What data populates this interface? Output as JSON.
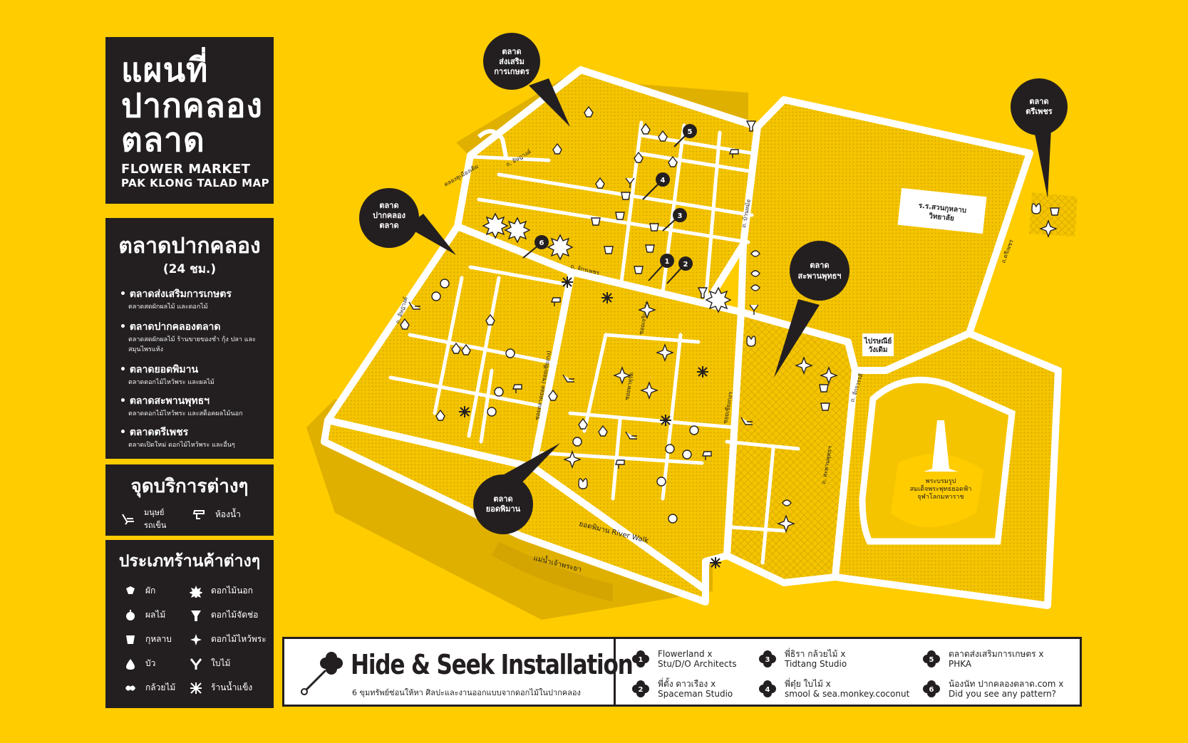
{
  "title": {
    "thai_line1": "แผนที่",
    "thai_line2": "ปากคลอง",
    "thai_line3": "ตลาด",
    "en_line1": "FLOWER MARKET",
    "en_line2": "PAK KLONG TALAD MAP"
  },
  "markets": {
    "heading": "ตลาดปากคลอง",
    "subheading": "(24 ชม.)",
    "items": [
      {
        "name": "ตลาดส่งเสริมการเกษตร",
        "desc": "ตลาดสดผักผลไม้ และดอกไม้"
      },
      {
        "name": "ตลาดปากคลองตลาด",
        "desc": "ตลาดสดผักผลไม้ ร้านขายของชำ กุ้ง ปลา และสมุนไพรแห้ง"
      },
      {
        "name": "ตลาดยอดพิมาน",
        "desc": "ตลาดดอกไม้ไหว้พระ และผลไม้"
      },
      {
        "name": "ตลาดสะพานพุทธฯ",
        "desc": "ตลาดดอกไม้ไหว้พระ และสด็อคผลไม้นอก"
      },
      {
        "name": "ตลาดตรีเพชร",
        "desc": "ตลาดเปิดใหม่ ดอกไม้ไหว้พระ และอื่นๆ"
      }
    ]
  },
  "services": {
    "heading": "จุดบริการต่างๆ",
    "items": [
      {
        "label": "มนุษย์ รถเข็น",
        "icon": "trolley-icon"
      },
      {
        "label": "ห้องน้ำ",
        "icon": "toilet-icon"
      }
    ]
  },
  "shop_types": {
    "heading": "ประเภทร้านค้าต่างๆ",
    "items": [
      {
        "label": "ผัก",
        "icon": "vegetable-icon"
      },
      {
        "label": "ดอกไม้นอก",
        "icon": "imported-flower-icon"
      },
      {
        "label": "ผลไม้",
        "icon": "fruit-icon"
      },
      {
        "label": "ดอกไม้จัดช่อ",
        "icon": "bouquet-icon"
      },
      {
        "label": "กุหลาบ",
        "icon": "rose-icon"
      },
      {
        "label": "ดอกไม้ไหว้พระ",
        "icon": "offering-flower-icon"
      },
      {
        "label": "บัว",
        "icon": "lotus-icon"
      },
      {
        "label": "ใบไม้",
        "icon": "leaf-icon"
      },
      {
        "label": "กล้วยไม้",
        "icon": "orchid-icon"
      },
      {
        "label": "ร้านน้ำแข็ง",
        "icon": "ice-shop-icon"
      }
    ]
  },
  "map": {
    "callouts": [
      {
        "label": "ตลาด ส่งเสริม การเกษตร"
      },
      {
        "label": "ตลาด ปากคลอง ตลาด"
      },
      {
        "label": "ตลาด สะพานพุทธฯ"
      },
      {
        "label": "ตลาด ตรีเพชร"
      },
      {
        "label": "ตลาด ยอดพิมาน"
      }
    ],
    "streets": {
      "chakkraphet": "ถ. จักรเพชร",
      "ban_mo": "ถ. บ้านหม้อ",
      "tri_phet": "ถ.ตรีเพชร",
      "atsadang": "ถ. อัษฎางค์",
      "khlong_lot": "คลองคูเมืองเดิม",
      "atsadang2": "ถ. อัษฎางค์",
      "chak_phet2": "ถ. จักรเพชร",
      "yodpiman": "ซอยตลาดยอด (ซอยเซียงกง)",
      "soi_2": "ซอยพาหุรัด",
      "soi_3": "ซอยเจริญกรุง",
      "soi_4": "ซอยเซียงกงฯ",
      "pak_khlong": "ถ. สะพานพุทธฯ",
      "chakkrawat": "ถ. จักรวรรดิ",
      "river_walk": "ยอดพิมาน River Walk",
      "river": "แม่น้ำเจ้าพระยา"
    },
    "places": {
      "school": "ร.ร.สวนกุหลาบ วิทยาลัย",
      "post": "ไปรษณีย์ วังเดิม",
      "monument": "พระบรมรูป สมเด็จพระพุทธยอดฟ้า จุฬาโลกมหาราช"
    }
  },
  "hide_seek": {
    "title": "Hide & Seek Installation",
    "subtitle": "6 ขุมทรัพย์ซ่อนให้หา ศิลปะและงานออกแบบจากดอกไม้ในปากคลอง",
    "installations": [
      {
        "num": "1",
        "line1": "Flowerland x",
        "line2": "Stu/D/O Architects"
      },
      {
        "num": "2",
        "line1": "พี่ตั้ง ดาวเรือง x",
        "line2": "Spaceman Studio"
      },
      {
        "num": "3",
        "line1": "พี่ธิรา กล้วยไม้ x",
        "line2": "Tidtang Studio"
      },
      {
        "num": "4",
        "line1": "พี่ตุ๋ย ใบไม้ x",
        "line2": "smool & sea.monkey.coconut"
      },
      {
        "num": "5",
        "line1": "ตลาดส่งเสริมการเกษตร x",
        "line2": "PHKA"
      },
      {
        "num": "6",
        "line1": "น้องนัท ปากคลองตลาด.com x",
        "line2": "Did you see any pattern?"
      }
    ]
  },
  "colors": {
    "background": "#FFCC00",
    "panel": "#231f20",
    "block": "#F2C200",
    "road": "#ffffff",
    "shadow": "#E0B000"
  }
}
